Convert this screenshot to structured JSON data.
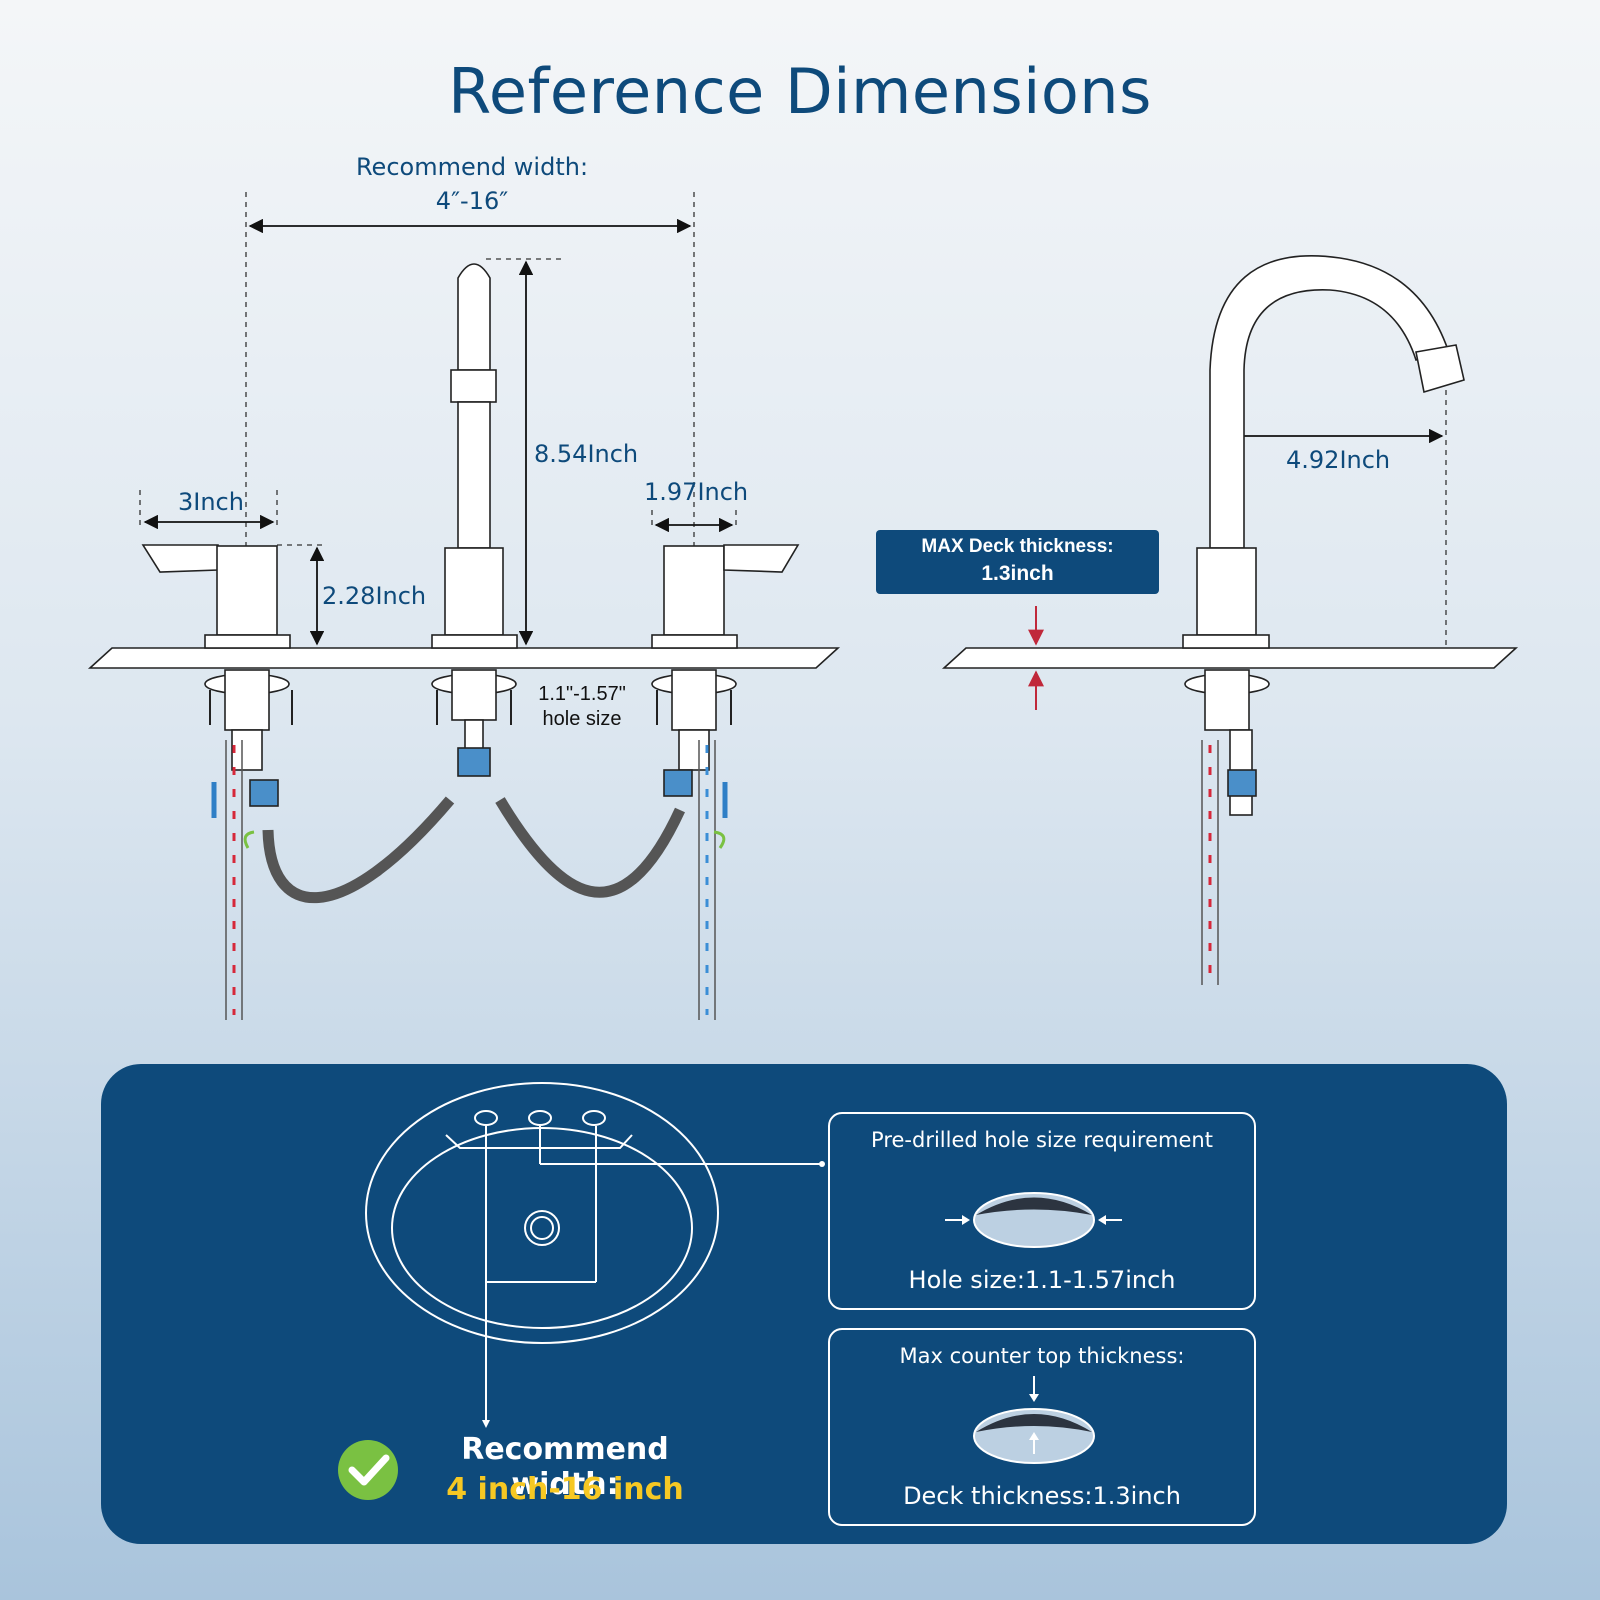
{
  "title": "Reference Dimensions",
  "front_view": {
    "recommend_width_line1": "Recommend width:",
    "recommend_width_line2": "4″-16″",
    "spout_height": "8.54Inch",
    "handle_length": "3Inch",
    "handle_height": "2.28Inch",
    "handle_base_width": "1.97Inch",
    "hole_size_line1": "1.1\"-1.57\"",
    "hole_size_line2": "hole size"
  },
  "side_view": {
    "spout_reach": "4.92Inch",
    "deck_box_line1": "MAX Deck thickness:",
    "deck_box_line2": "1.3inch"
  },
  "bottom_panel": {
    "recommend_label": "Recommend width:",
    "recommend_value": "4 inch-16 inch",
    "hole_card": {
      "title": "Pre-drilled hole size requirement",
      "footer": "Hole size:1.1-1.57inch"
    },
    "thickness_card": {
      "title": "Max counter top thickness:",
      "footer": "Deck thickness:1.3inch"
    }
  },
  "colors": {
    "primary": "#0e4a7b",
    "accent_yellow": "#f6c823",
    "check_green": "#7ac142",
    "hot_red": "#d6283a",
    "cold_blue": "#3b8ed6"
  }
}
